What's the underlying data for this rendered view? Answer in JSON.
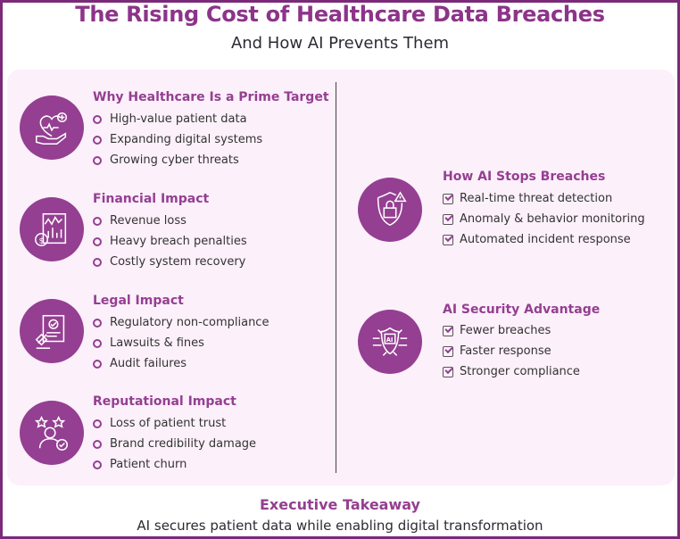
{
  "title": "The Rising Cost of Healthcare Data Breaches",
  "subtitle": "And How AI Prevents Them",
  "left_sections": [
    {
      "icon": "heart-hand-icon",
      "heading": "Why Healthcare Is a Prime Target",
      "items": [
        "High-value patient data",
        "Expanding digital systems",
        "Growing cyber threats"
      ]
    },
    {
      "icon": "financial-chart-icon",
      "heading": "Financial Impact",
      "items": [
        "Revenue loss",
        "Heavy breach penalties",
        "Costly system recovery"
      ]
    },
    {
      "icon": "legal-document-gavel-icon",
      "heading": "Legal Impact",
      "items": [
        "Regulatory non-compliance",
        "Lawsuits & fines",
        "Audit failures"
      ]
    },
    {
      "icon": "person-stars-icon",
      "heading": "Reputational Impact",
      "items": [
        "Loss of patient trust",
        "Brand credibility damage",
        "Patient churn"
      ]
    }
  ],
  "right_sections": [
    {
      "icon": "shield-lock-alert-icon",
      "heading": "How AI Stops Breaches",
      "items": [
        "Real-time threat detection",
        "Anomaly & behavior monitoring",
        "Automated incident response"
      ]
    },
    {
      "icon": "ai-shield-chip-icon",
      "heading": "AI Security Advantage",
      "items": [
        "Fewer breaches",
        "Faster response",
        "Stronger compliance"
      ]
    }
  ],
  "footer": {
    "heading": "Executive Takeaway",
    "text": "AI secures patient data while enabling digital transformation"
  },
  "colors": {
    "accent": "#943f91",
    "card": "#fcf0fb",
    "border": "#7a2a78"
  }
}
